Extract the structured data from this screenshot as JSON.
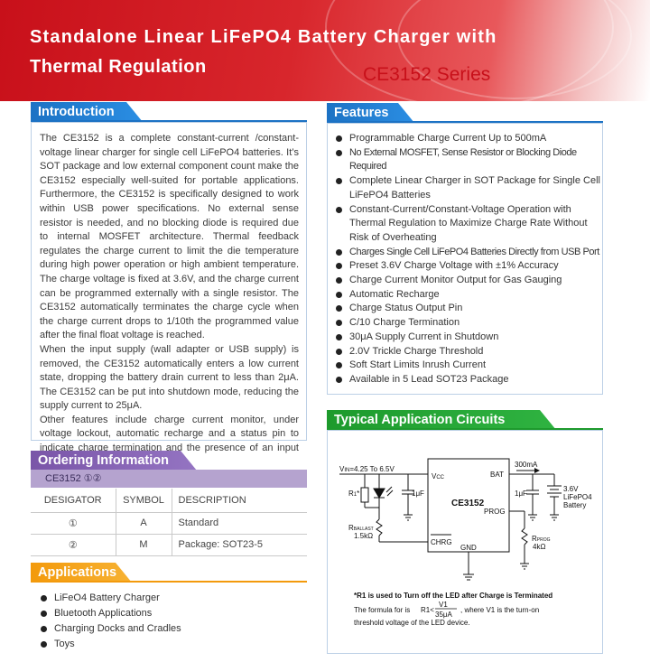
{
  "header": {
    "title_line1": "Standalone Linear LiFePO4 Battery Charger with",
    "title_line2": "Thermal Regulation",
    "series": "CE3152 Series"
  },
  "introduction": {
    "heading": "Introduction",
    "para1": "The CE3152 is a complete constant-current /constant-voltage linear charger for single cell LiFePO4 batteries. It’s SOT package and low external component count make the CE3152 especially well-suited for portable applications. Furthermore, the CE3152 is specifically designed to work within USB power specifications. No external sense resistor is needed, and no blocking diode is required due to internal MOSFET architecture. Thermal feedback regulates the charge current to limit the die temperature during high power operation or high ambient temperature. The charge voltage is fixed at 3.6V, and the charge current can be programmed externally with a single resistor. The CE3152 automatically terminates the charge cycle when the charge current drops to 1/10th the programmed value after the final float voltage is reached.",
    "para2": "When the input supply (wall adapter or USB supply) is removed, the CE3152 automatically enters a low current state, dropping the battery drain current to less than 2μA. The CE3152 can be put into shutdown mode, reducing the supply current to 25μA.",
    "para3": "Other features include charge current monitor, under voltage lockout, automatic recharge and a status pin to indicate charge termination and the presence of an input voltage."
  },
  "features": {
    "heading": "Features",
    "items": [
      "Programmable Charge Current Up to 500mA",
      "No External MOSFET, Sense Resistor or Blocking Diode Required",
      "Complete Linear Charger in SOT Package for Single Cell LiFePO4 Batteries",
      "Constant-Current/Constant-Voltage Operation with Thermal Regulation to Maximize Charge Rate Without Risk of Overheating",
      "Charges Single Cell LiFePO4 Batteries Directly from USB Port",
      "Preset 3.6V Charge Voltage with ±1% Accuracy",
      "Charge Current Monitor Output for Gas Gauging",
      "Automatic Recharge",
      "Charge Status Output Pin",
      "C/10 Charge Termination",
      "30μA Supply Current in Shutdown",
      "2.0V Trickle Charge Threshold",
      "Soft Start Limits Inrush Current",
      "Available in 5 Lead SOT23 Package"
    ]
  },
  "ordering": {
    "heading": "Ordering Information",
    "part": "CE3152 ①②",
    "columns": [
      "DESIGATOR",
      "SYMBOL",
      "DESCRIPTION"
    ],
    "rows": [
      [
        "①",
        "A",
        "Standard"
      ],
      [
        "②",
        "M",
        "Package: SOT23-5"
      ]
    ]
  },
  "applications": {
    "heading": "Applications",
    "items": [
      "LiFeO4 Battery Charger",
      "Bluetooth Applications",
      "Charging Docks and Cradles",
      "Toys"
    ]
  },
  "circuit": {
    "heading": "Typical Application Circuits",
    "vin": "V",
    "vin_sub": "IN",
    "vin_value": "=4.25 To 6.5V",
    "r1": "R",
    "r1_sub": "1",
    "r1_star": "*",
    "cap_in": "1μF",
    "cap_out": "1μF",
    "vcc": "V",
    "vcc_sub": "CC",
    "bat": "BAT",
    "chip": "CE3152",
    "prog": "PROG",
    "chrg": "CHRG",
    "gnd": "GND",
    "current": "300mA",
    "battery_v": "3.6V",
    "battery_type": "LiFePO4",
    "battery_label": "Battery",
    "rballast": "R",
    "rballast_sub": "BALLAST",
    "rballast_val": "1.5kΩ",
    "rprog": "R",
    "rprog_sub": "PROG",
    "rprog_val": "4kΩ",
    "note_title": "*R1 is used to Turn off the LED after Charge is Terminated",
    "note_formula_prefix": "The formula for is",
    "note_r1": "R1<",
    "note_num": "V1",
    "note_den": "35μA",
    "note_formula_suffix": ", where V1 is the turn-on",
    "note_line3": "threshold voltage of the LED device."
  },
  "colors": {
    "banner_red": "#c8101a",
    "intro_blue": "#1c72c4",
    "ordering_purple": "#7a55a8",
    "applications_orange": "#f39a0c",
    "circuit_green": "#1d9a2c"
  }
}
